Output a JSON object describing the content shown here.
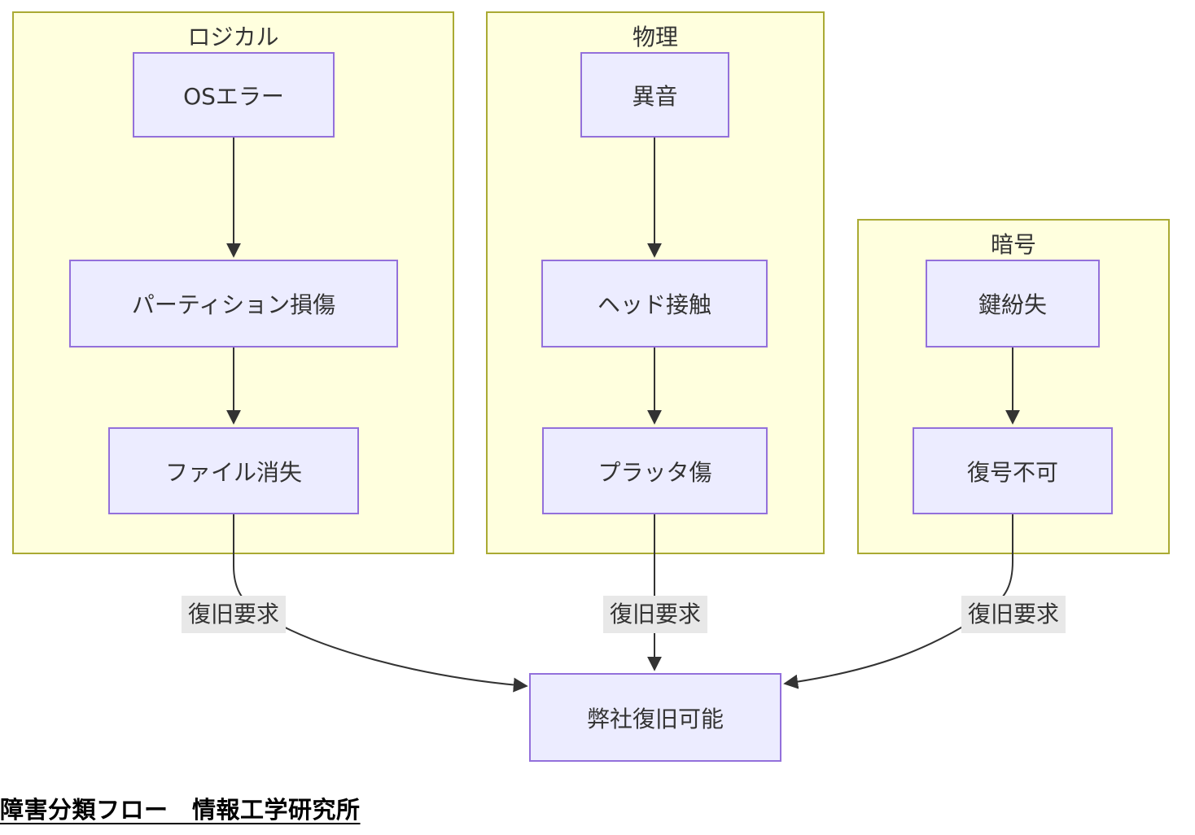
{
  "diagram": {
    "caption": "障害分類フロー　情報工学研究所",
    "clusters": [
      {
        "id": "logical",
        "label": "ロジカル"
      },
      {
        "id": "physical",
        "label": "物理"
      },
      {
        "id": "crypto",
        "label": "暗号"
      }
    ],
    "nodes": [
      {
        "id": "os-error",
        "label": "OSエラー",
        "cluster": "logical"
      },
      {
        "id": "partition-damage",
        "label": "パーティション損傷",
        "cluster": "logical"
      },
      {
        "id": "file-loss",
        "label": "ファイル消失",
        "cluster": "logical"
      },
      {
        "id": "abnormal-noise",
        "label": "異音",
        "cluster": "physical"
      },
      {
        "id": "head-contact",
        "label": "ヘッド接触",
        "cluster": "physical"
      },
      {
        "id": "platter-scratch",
        "label": "プラッタ傷",
        "cluster": "physical"
      },
      {
        "id": "key-loss",
        "label": "鍵紛失",
        "cluster": "crypto"
      },
      {
        "id": "decrypt-impossible",
        "label": "復号不可",
        "cluster": "crypto"
      },
      {
        "id": "recovery-possible",
        "label": "弊社復旧可能",
        "cluster": null
      }
    ],
    "edges": [
      {
        "from": "OSエラー",
        "to": "パーティション損傷",
        "label": ""
      },
      {
        "from": "パーティション損傷",
        "to": "ファイル消失",
        "label": ""
      },
      {
        "from": "ファイル消失",
        "to": "弊社復旧可能",
        "label": "復旧要求"
      },
      {
        "from": "異音",
        "to": "ヘッド接触",
        "label": ""
      },
      {
        "from": "ヘッド接触",
        "to": "プラッタ傷",
        "label": ""
      },
      {
        "from": "プラッタ傷",
        "to": "弊社復旧可能",
        "label": "復旧要求"
      },
      {
        "from": "鍵紛失",
        "to": "復号不可",
        "label": ""
      },
      {
        "from": "復号不可",
        "to": "弊社復旧可能",
        "label": "復旧要求"
      }
    ],
    "colors": {
      "cluster_fill": "#ffffde",
      "cluster_border": "#aaaa33",
      "node_fill": "#ececff",
      "node_border": "#9370db",
      "edge": "#333333",
      "edge_label_bg": "#e8e8e8",
      "text": "#333333",
      "caption_text": "#000000"
    }
  }
}
